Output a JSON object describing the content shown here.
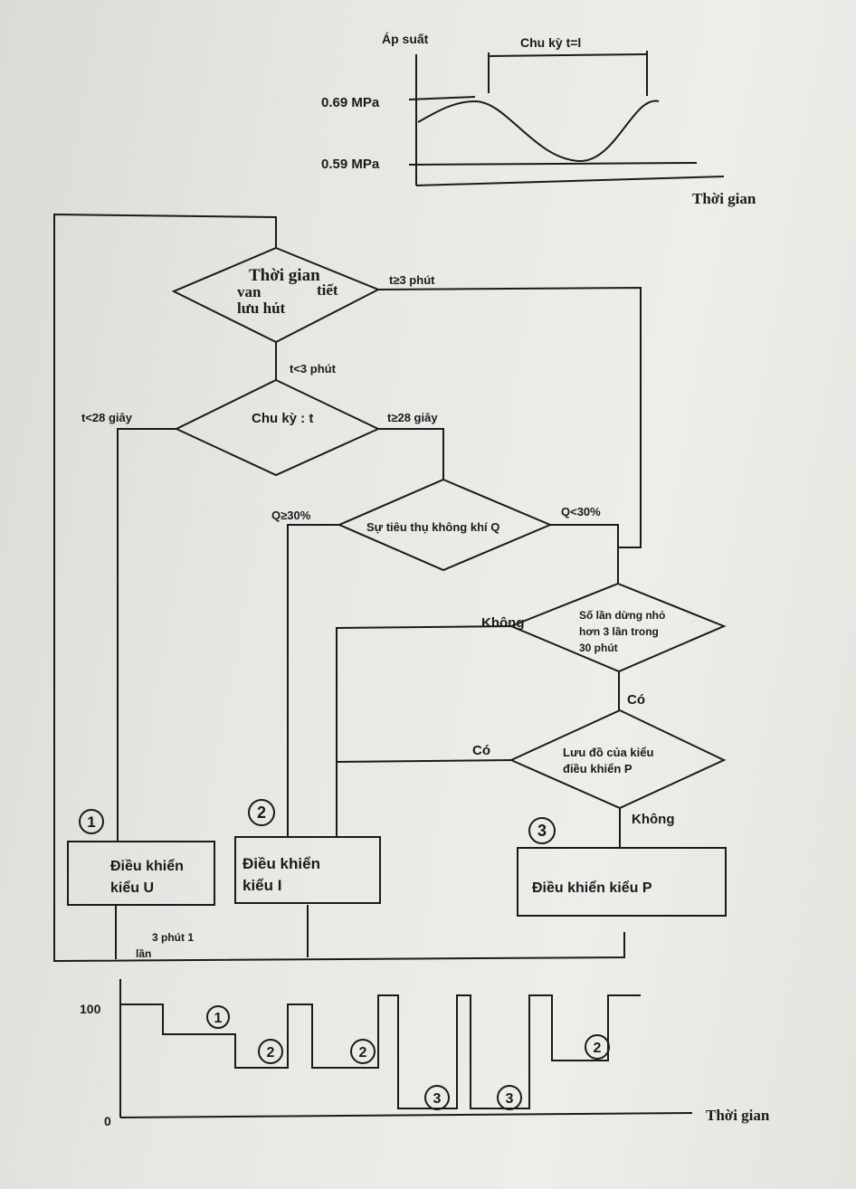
{
  "pressure_chart": {
    "y_label": "Áp suất",
    "x_label": "Thời gian",
    "high": "0.69 MPa",
    "low": "0.59 MPa",
    "cycle": "Chu kỳ t=l"
  },
  "flow": {
    "d1": {
      "l1": "Thời gian",
      "l2": "van",
      "l3": "tiết",
      "l4": "lưu hút"
    },
    "d1_right": "t≥3 phút",
    "d1_down": "t<3 phút",
    "d2": "Chu kỳ : t",
    "d2_left": "t<28 giây",
    "d2_right": "t≥28 giây",
    "d3": "Sự tiêu thụ không khí Q",
    "d3_left": "Q≥30%",
    "d3_right": "Q<30%",
    "d4": {
      "l1": "Số lần dừng nhỏ",
      "l2": "hơn 3 lần trong",
      "l3": "30 phút"
    },
    "d4_left": "Không",
    "d4_down": "Có",
    "d5": {
      "l1": "Lưu đồ của kiểu",
      "l2": "điều khiển P"
    },
    "d5_left": "Có",
    "d5_down": "Không",
    "box_u": {
      "num": "1",
      "l1": "Điều khiển",
      "l2": "kiểu U"
    },
    "box_i": {
      "num": "2",
      "l1": "Điều khiển",
      "l2": "kiểu I"
    },
    "box_p": {
      "num": "3",
      "l1": "Điều khiển kiểu P"
    },
    "note": {
      "l1": "3 phút 1",
      "l2": "lần"
    }
  },
  "bottom_chart": {
    "y_max": "100",
    "y_min": "0",
    "x_label": "Thời gian",
    "markers": [
      "1",
      "2",
      "2",
      "3",
      "3",
      "2"
    ]
  }
}
